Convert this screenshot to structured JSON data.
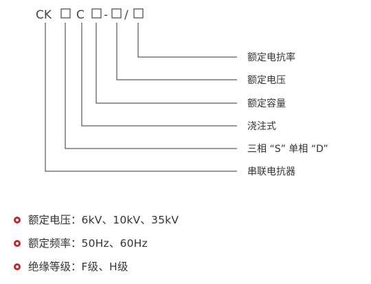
{
  "model": {
    "prefix": "CK",
    "mid_letter": "C",
    "dash": "-",
    "slash": "/",
    "box_color": "#333333",
    "line_color": "#333333"
  },
  "labels": [
    "额定电抗率",
    "额定电压",
    "额定容量",
    "浇注式",
    "三相 “S” 单相 “D”",
    "串联电抗器"
  ],
  "specs": [
    {
      "label": "额定电压：",
      "value": "6kV、10kV、35kV"
    },
    {
      "label": "额定频率：",
      "value": "50Hz、60Hz"
    },
    {
      "label": "绝缘等级：",
      "value": "F级、H级"
    }
  ],
  "bullet_color": "#c8232c"
}
